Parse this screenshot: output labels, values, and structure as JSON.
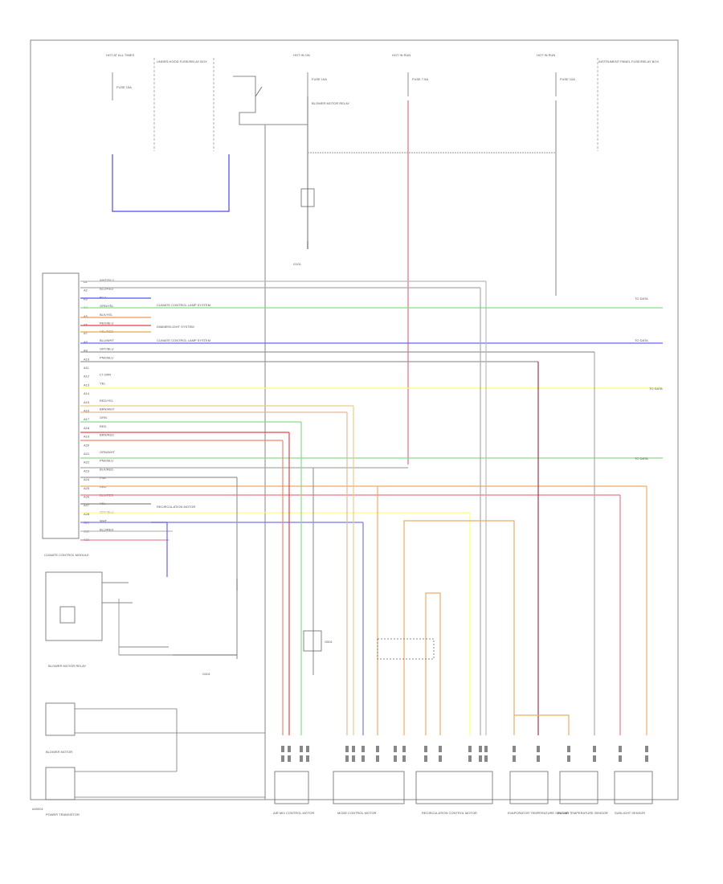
{
  "diagram": {
    "figure_id": "A00001",
    "top_labels": [
      "HOT AT ALL TIMES",
      "UNDER-HOOD FUSE/RELAY BOX",
      "HOT IN ON",
      "HOT IN RUN",
      "HOT IN RUN",
      "INSTRUMENT PANEL FUSE/RELAY BOX"
    ],
    "fuses": [
      "FUSE 15A",
      "FUSE 10A",
      "FUSE 7.5A",
      "FUSE 10A"
    ],
    "ground_labels": [
      "G101",
      "G401",
      "G501"
    ],
    "control_module_label": "CLIMATE CONTROL MODULE",
    "pins": [
      "A1",
      "A2",
      "A3",
      "A4",
      "A5",
      "A6",
      "A7",
      "A8",
      "A9",
      "A10",
      "A11",
      "A12",
      "A13",
      "A14",
      "A15",
      "A16",
      "A17",
      "A18",
      "A19",
      "A20",
      "A21",
      "A22",
      "A23",
      "A24",
      "A25",
      "A26",
      "A27",
      "A28",
      "A29",
      "A30",
      "A31",
      "A32"
    ],
    "wire_labels": [
      "WHT/BLU",
      "BLU/RED",
      "BLU",
      "GRN/YEL",
      "BLK/YEL",
      "RED/BLU",
      "YEL/RED",
      "BLU/WHT",
      "GRY/BLU",
      "PNK/BLU",
      "",
      "LT GRN",
      "YEL",
      "",
      "RED/YEL",
      "BRN/WHT",
      "GRN",
      "RED",
      "BRN/RED",
      "",
      "GRN/WHT",
      "PNK/BLU",
      "BLK/RED",
      "PNK",
      "RED",
      "BLU/RED",
      "YEL",
      "GRY/BLU",
      "WHT",
      "BLU/RED"
    ],
    "notes": [
      "CLIMATE CONTROL LAMP SYSTEM",
      "DIMMER/LIGHT SYSTEM",
      "CLIMATE CONTROL LAMP SYSTEM",
      "RECIRCULATION MOTOR"
    ],
    "right_labels": [
      "TO DATA",
      "TO DATA",
      "TO DATA",
      "TO DATA"
    ],
    "blower_labels": [
      "BLOWER MOTOR RELAY",
      "BLOWER MOTOR",
      "POWER TRANSISTOR"
    ],
    "bottom_components": [
      "AIR MIX CONTROL MOTOR",
      "MODE CONTROL MOTOR",
      "RECIRCULATION CONTROL MOTOR",
      "EVAPORATOR TEMPERATURE SENSOR",
      "IN-CAR TEMPERATURE SENSOR",
      "SUNLIGHT SENSOR"
    ]
  }
}
